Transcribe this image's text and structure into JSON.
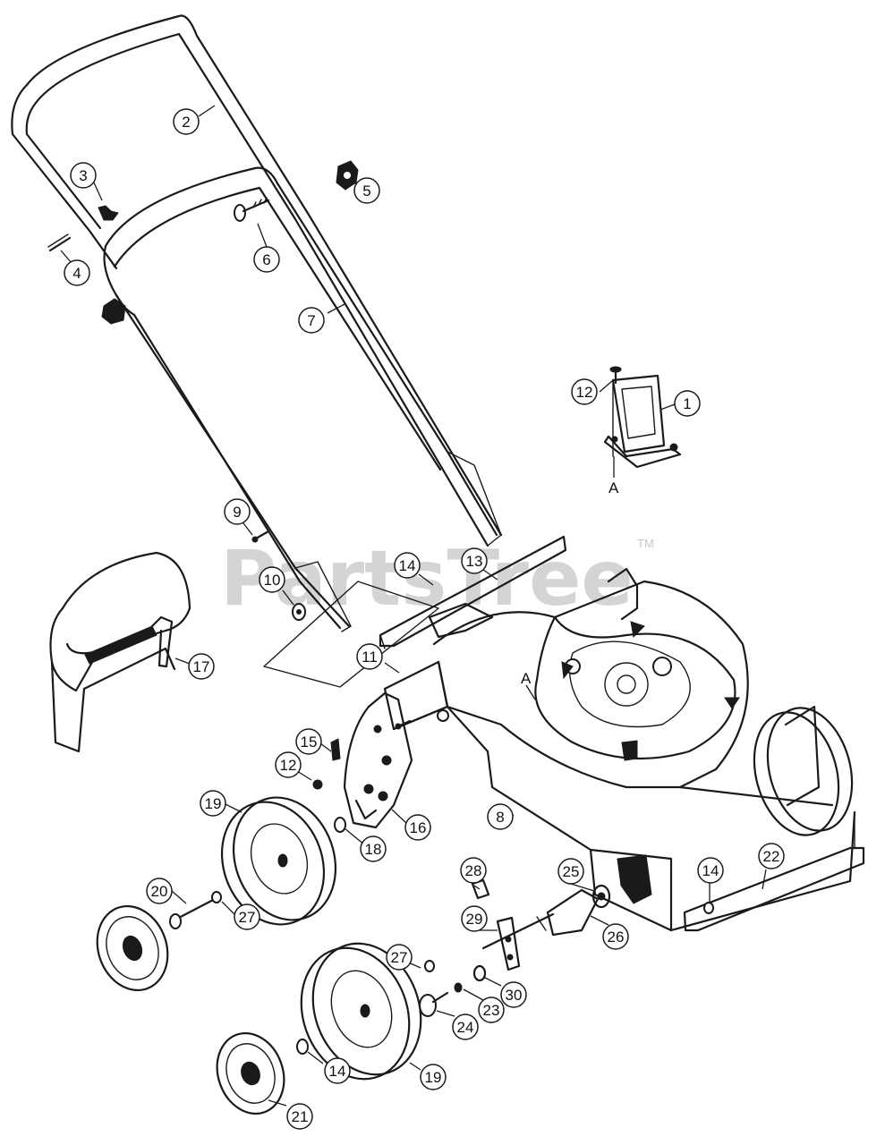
{
  "watermark": {
    "text": "PartsTree",
    "trademark": "TM"
  },
  "reference_letters": {
    "bracket_ref": "A",
    "deck_ref": "A"
  },
  "callouts": [
    {
      "id": "c1",
      "label": "1"
    },
    {
      "id": "c2",
      "label": "2"
    },
    {
      "id": "c3",
      "label": "3"
    },
    {
      "id": "c4",
      "label": "4"
    },
    {
      "id": "c5",
      "label": "5"
    },
    {
      "id": "c6",
      "label": "6"
    },
    {
      "id": "c7",
      "label": "7"
    },
    {
      "id": "c8",
      "label": "8"
    },
    {
      "id": "c9",
      "label": "9"
    },
    {
      "id": "c10",
      "label": "10"
    },
    {
      "id": "c11",
      "label": "11"
    },
    {
      "id": "c12a",
      "label": "12"
    },
    {
      "id": "c12b",
      "label": "12"
    },
    {
      "id": "c13",
      "label": "13"
    },
    {
      "id": "c14a",
      "label": "14"
    },
    {
      "id": "c14b",
      "label": "14"
    },
    {
      "id": "c14c",
      "label": "14"
    },
    {
      "id": "c15",
      "label": "15"
    },
    {
      "id": "c16",
      "label": "16"
    },
    {
      "id": "c17",
      "label": "17"
    },
    {
      "id": "c18",
      "label": "18"
    },
    {
      "id": "c19a",
      "label": "19"
    },
    {
      "id": "c19b",
      "label": "19"
    },
    {
      "id": "c20",
      "label": "20"
    },
    {
      "id": "c21",
      "label": "21"
    },
    {
      "id": "c22",
      "label": "22"
    },
    {
      "id": "c23",
      "label": "23"
    },
    {
      "id": "c24",
      "label": "24"
    },
    {
      "id": "c25",
      "label": "25"
    },
    {
      "id": "c26",
      "label": "26"
    },
    {
      "id": "c27a",
      "label": "27"
    },
    {
      "id": "c27b",
      "label": "27"
    },
    {
      "id": "c28",
      "label": "28"
    },
    {
      "id": "c29",
      "label": "29"
    },
    {
      "id": "c30",
      "label": "30"
    }
  ]
}
